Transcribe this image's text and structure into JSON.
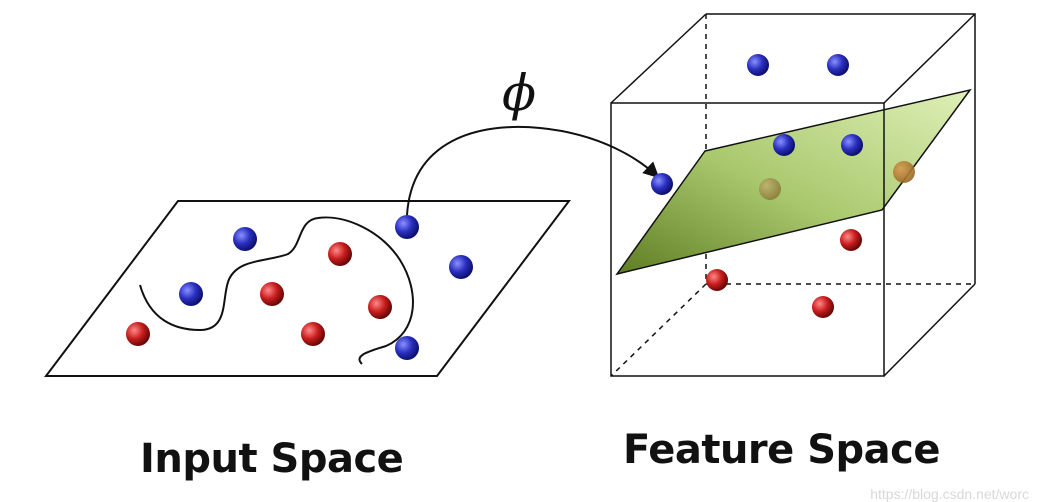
{
  "labels": {
    "input_space": "Input Space",
    "feature_space": "Feature Space",
    "mapping_symbol": "ϕ",
    "watermark": "https://blog.csdn.net/worc"
  },
  "colors": {
    "class_a": "#2a2fbf",
    "class_b": "#c81d1d",
    "hyperplane_fill": "#a8c96a",
    "line": "#111111"
  }
}
